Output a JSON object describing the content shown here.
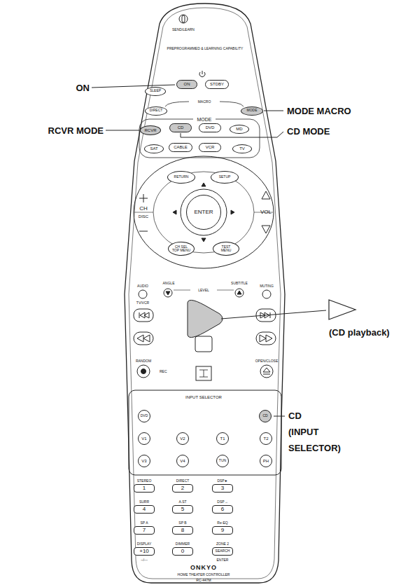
{
  "diagram": {
    "nodes": [
      {
        "text": [
          "ON"
        ]
      },
      {
        "text": [
          "STDBY"
        ]
      },
      {
        "text": [
          "SLEEP"
        ]
      },
      {
        "text": [
          "DIRECT"
        ]
      },
      {
        "text": [
          "MODE"
        ]
      },
      {
        "text": [
          "RCVR"
        ]
      },
      {
        "text": [
          "CD"
        ]
      },
      {
        "text": [
          "DVD"
        ]
      },
      {
        "text": [
          "MD"
        ]
      },
      {
        "text": [
          "SAT"
        ]
      },
      {
        "text": [
          "CABLE"
        ]
      },
      {
        "text": [
          "VCR"
        ]
      },
      {
        "text": [
          "TV"
        ]
      },
      {
        "text": [
          "RETURN"
        ]
      },
      {
        "text": [
          "SETUP"
        ]
      },
      {
        "text": [
          "ENTER"
        ]
      },
      {
        "text": [
          "CH SEL",
          "TOP MENU"
        ]
      },
      {
        "text": [
          "TEST",
          "MENU"
        ]
      },
      {
        "text": [
          "DVD"
        ]
      },
      {
        "text": [
          "CD"
        ]
      },
      {
        "text": [
          "V1"
        ]
      },
      {
        "text": [
          "V2"
        ]
      },
      {
        "text": [
          "T1"
        ]
      },
      {
        "text": [
          "T2"
        ]
      },
      {
        "text": [
          "V3"
        ]
      },
      {
        "text": [
          "V4"
        ]
      },
      {
        "text": [
          "TUN"
        ]
      },
      {
        "text": [
          "PH"
        ]
      },
      {
        "text": [
          "1"
        ]
      },
      {
        "text": [
          "2"
        ]
      },
      {
        "text": [
          "3"
        ]
      },
      {
        "text": [
          "4"
        ]
      },
      {
        "text": [
          "5"
        ]
      },
      {
        "text": [
          "6"
        ]
      },
      {
        "text": [
          "7"
        ]
      },
      {
        "text": [
          "8"
        ]
      },
      {
        "text": [
          "9"
        ]
      },
      {
        "text": [
          "+10"
        ]
      },
      {
        "text": [
          "0"
        ]
      },
      {
        "text": [
          "SEARCH"
        ]
      }
    ],
    "labels": [
      "ON",
      "MODE MACRO",
      "RCVR MODE",
      "CD MODE",
      "(CD playback)",
      "CD",
      "(INPUT",
      "SELECTOR)",
      "SEND/LEARN",
      "PREPROGRAMMED & LEARNING CAPABILITY",
      "MACRO",
      "MODE",
      "CH",
      "DISC",
      "VOL",
      "AUDIO",
      "TV/VCR",
      "MUTING",
      "ANGLE",
      "LEVEL",
      "SUBTITLE",
      "RANDOM",
      "REC",
      "OPEN/CLOSE",
      "INPUT SELECTOR",
      "STEREO",
      "DIRECT",
      "DSP►",
      "SURR",
      "A.ST",
      "DSP→",
      "SP A",
      "SP B",
      "Re-EQ",
      "DISPLAY",
      "DIMMER",
      "ZONE 2",
      "--/---",
      "ENTER",
      "ONKYO",
      "HOME THEATER CONTROLLER",
      "RC-447M"
    ]
  }
}
